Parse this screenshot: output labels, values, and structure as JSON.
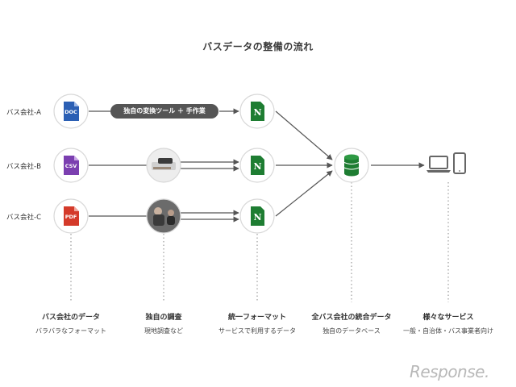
{
  "title": "バスデータの整備の流れ",
  "rows": [
    {
      "label": "バス会社-A",
      "file_type": "DOC",
      "file_color": "#2b5fb4"
    },
    {
      "label": "バス会社-B",
      "file_type": "CSV",
      "file_color": "#7b3fb0"
    },
    {
      "label": "バス会社-C",
      "file_type": "PDF",
      "file_color": "#d43a2a"
    }
  ],
  "conversion_tool_label": "独自の変換ツール ＋ 手作業",
  "format_icon_letter": "N",
  "columns": [
    {
      "heading": "バス会社のデータ",
      "sub": "バラバラなフォーマット"
    },
    {
      "heading": "独自の調査",
      "sub": "現地調査など"
    },
    {
      "heading": "統一フォーマット",
      "sub": "サービスで利用するデータ"
    },
    {
      "heading": "全バス会社の統合データ",
      "sub": "独自のデータベース"
    },
    {
      "heading": "様々なサービス",
      "sub": "一般・自治体・バス事業者向け"
    }
  ],
  "colors": {
    "format_green": "#1e7d32",
    "database_green": "#1e7d32",
    "line": "#555555",
    "pill": "#555555",
    "device": "#666666"
  },
  "icons": {
    "database": "database-icon",
    "devices": "laptop-and-phone-icon",
    "survey_photo_b": "office-survey-photo",
    "survey_photo_c": "field-survey-photo"
  },
  "watermark": "Response."
}
